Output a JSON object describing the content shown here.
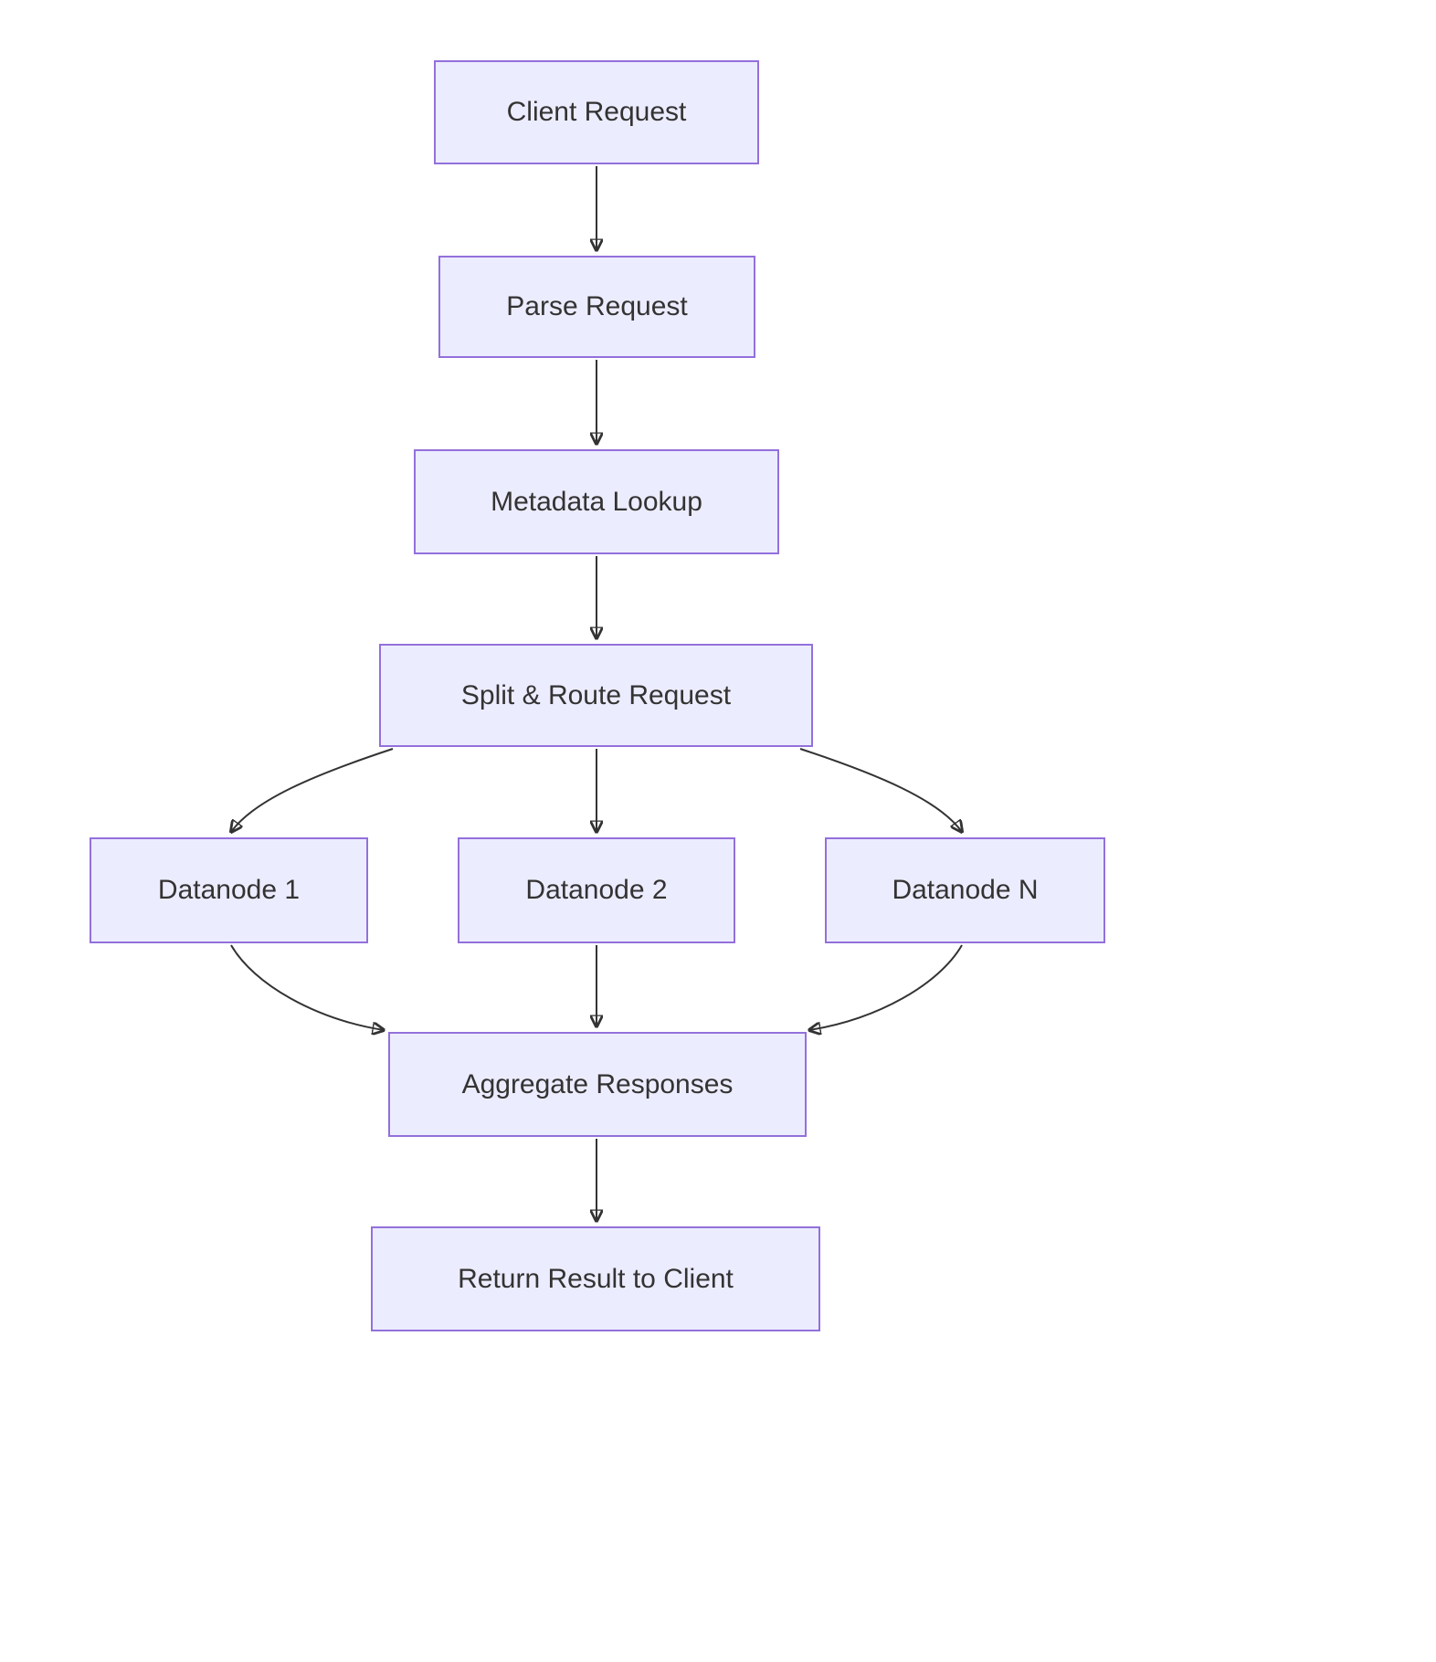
{
  "diagram": {
    "type": "flowchart",
    "direction": "top-down",
    "nodes": [
      {
        "id": "client",
        "label": "Client Request"
      },
      {
        "id": "parse",
        "label": "Parse Request"
      },
      {
        "id": "metadata",
        "label": "Metadata Lookup"
      },
      {
        "id": "split",
        "label": "Split & Route Request"
      },
      {
        "id": "dn1",
        "label": "Datanode 1"
      },
      {
        "id": "dn2",
        "label": "Datanode 2"
      },
      {
        "id": "dnN",
        "label": "Datanode N"
      },
      {
        "id": "agg",
        "label": "Aggregate Responses"
      },
      {
        "id": "return",
        "label": "Return Result to Client"
      }
    ],
    "edges": [
      {
        "from": "client",
        "to": "parse"
      },
      {
        "from": "parse",
        "to": "metadata"
      },
      {
        "from": "metadata",
        "to": "split"
      },
      {
        "from": "split",
        "to": "dn1"
      },
      {
        "from": "split",
        "to": "dn2"
      },
      {
        "from": "split",
        "to": "dnN"
      },
      {
        "from": "dn1",
        "to": "agg"
      },
      {
        "from": "dn2",
        "to": "agg"
      },
      {
        "from": "dnN",
        "to": "agg"
      },
      {
        "from": "agg",
        "to": "return"
      }
    ],
    "colors": {
      "node_fill": "#ECECFF",
      "node_border": "#9370DB",
      "text": "#333333",
      "edge": "#333333",
      "background": "#FFFFFF"
    }
  }
}
